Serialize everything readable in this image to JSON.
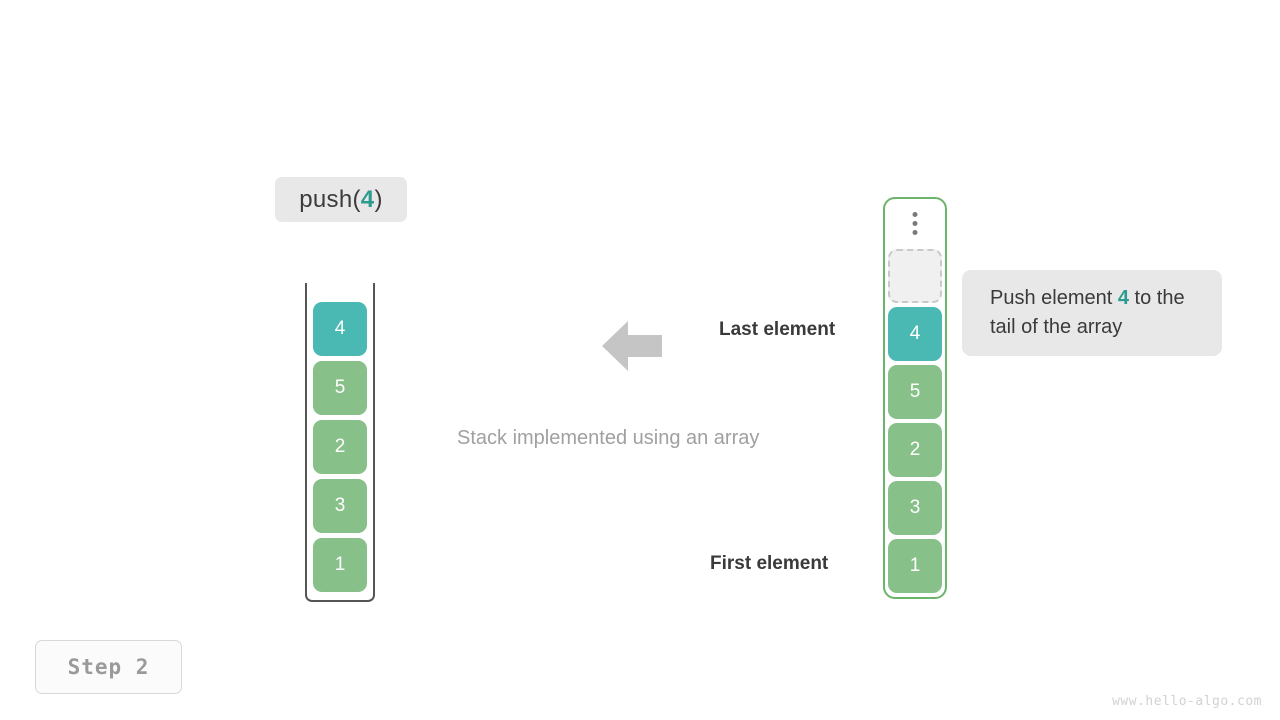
{
  "operation": {
    "label_prefix": "push(",
    "label_value": "4",
    "label_suffix": ")"
  },
  "left_stack": {
    "container_name": "stack-container",
    "cells": [
      {
        "value": "4",
        "color": "teal",
        "state": "new"
      },
      {
        "value": "5",
        "color": "green",
        "state": "filled"
      },
      {
        "value": "2",
        "color": "green",
        "state": "filled"
      },
      {
        "value": "3",
        "color": "green",
        "state": "filled"
      },
      {
        "value": "1",
        "color": "green",
        "state": "filled"
      }
    ]
  },
  "right_array": {
    "container_name": "array-container",
    "ellipsis": "⋮",
    "cells": [
      {
        "value": "",
        "color": "empty",
        "state": "empty"
      },
      {
        "value": "4",
        "color": "teal",
        "state": "new"
      },
      {
        "value": "5",
        "color": "green",
        "state": "filled"
      },
      {
        "value": "2",
        "color": "green",
        "state": "filled"
      },
      {
        "value": "3",
        "color": "green",
        "state": "filled"
      },
      {
        "value": "1",
        "color": "green",
        "state": "filled"
      }
    ]
  },
  "annotations": {
    "last_element": "Last element",
    "first_element": "First element",
    "caption": "Stack implemented using an array",
    "arrow_icon": "arrow-left-icon"
  },
  "note": {
    "part1": "Push element ",
    "value": "4",
    "part2": " to the tail of the array"
  },
  "step": {
    "label": "Step 2"
  },
  "watermark": {
    "text": "www.hello-algo.com"
  },
  "colors": {
    "teal": "#4ab9b4",
    "green": "#88c08a",
    "accent_text": "#2d9c8e",
    "array_border": "#6cb36c",
    "chip_bg": "#e8e8e8",
    "stack_wall": "#555555",
    "arrow": "#c5c5c5"
  }
}
